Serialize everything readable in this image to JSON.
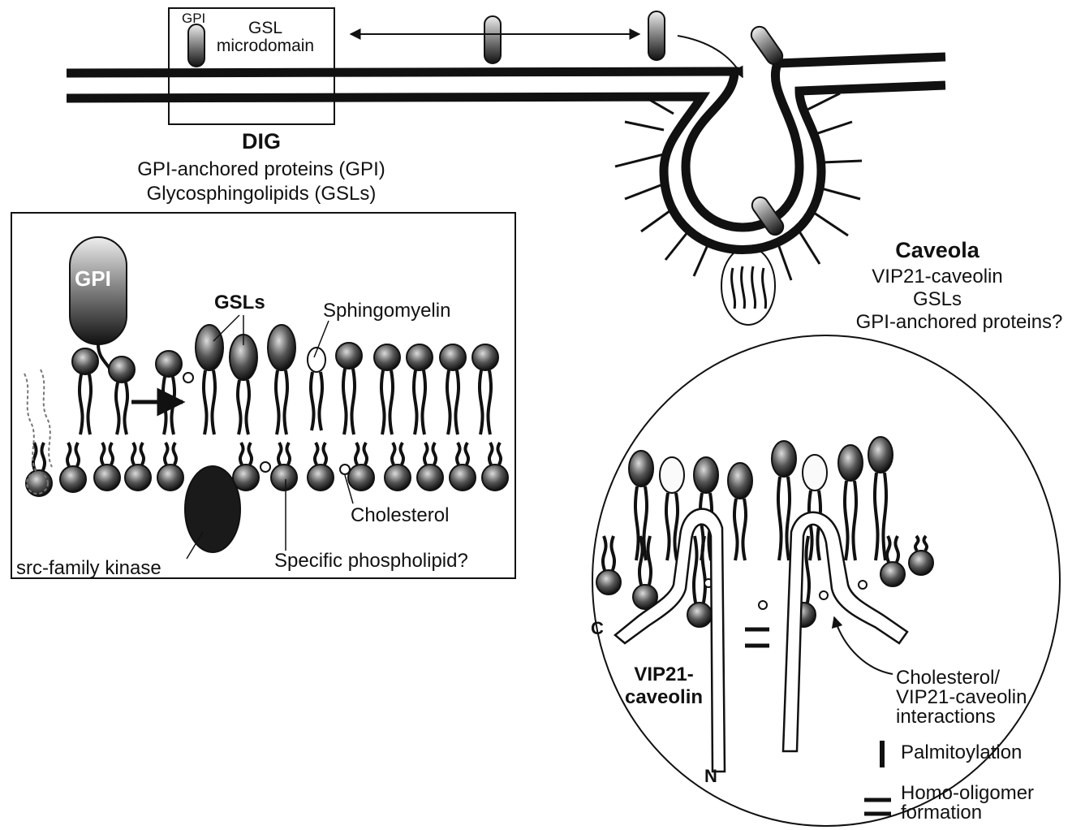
{
  "top": {
    "gpi_small_label": "GPI",
    "gsl_line1": "GSL",
    "gsl_line2": "microdomain",
    "dig_title": "DIG",
    "dig_line1": "GPI-anchored proteins (GPI)",
    "dig_line2": "Glycosphingolipids (GSLs)"
  },
  "caveola": {
    "title": "Caveola",
    "line1": "VIP21-caveolin",
    "line2": "GSLs",
    "line3": "GPI-anchored proteins?"
  },
  "dig_inset": {
    "gpi_label": "GPI",
    "gsls": "GSLs",
    "sphingomyelin": "Sphingomyelin",
    "cholesterol": "Cholesterol",
    "src_kinase": "src-family kinase",
    "phospholipid": "Specific phospholipid?"
  },
  "caveola_inset": {
    "c_terminus": "C",
    "n_terminus": "N",
    "vip_line1": "VIP21-",
    "vip_line2": "caveolin",
    "interact_line1": "Cholesterol/",
    "interact_line2": "VIP21-caveolin",
    "interact_line3": "interactions",
    "legend_palmitoylation": "Palmitoylation",
    "legend_homo_line1": "Homo-oligomer",
    "legend_homo_line2": "formation"
  }
}
